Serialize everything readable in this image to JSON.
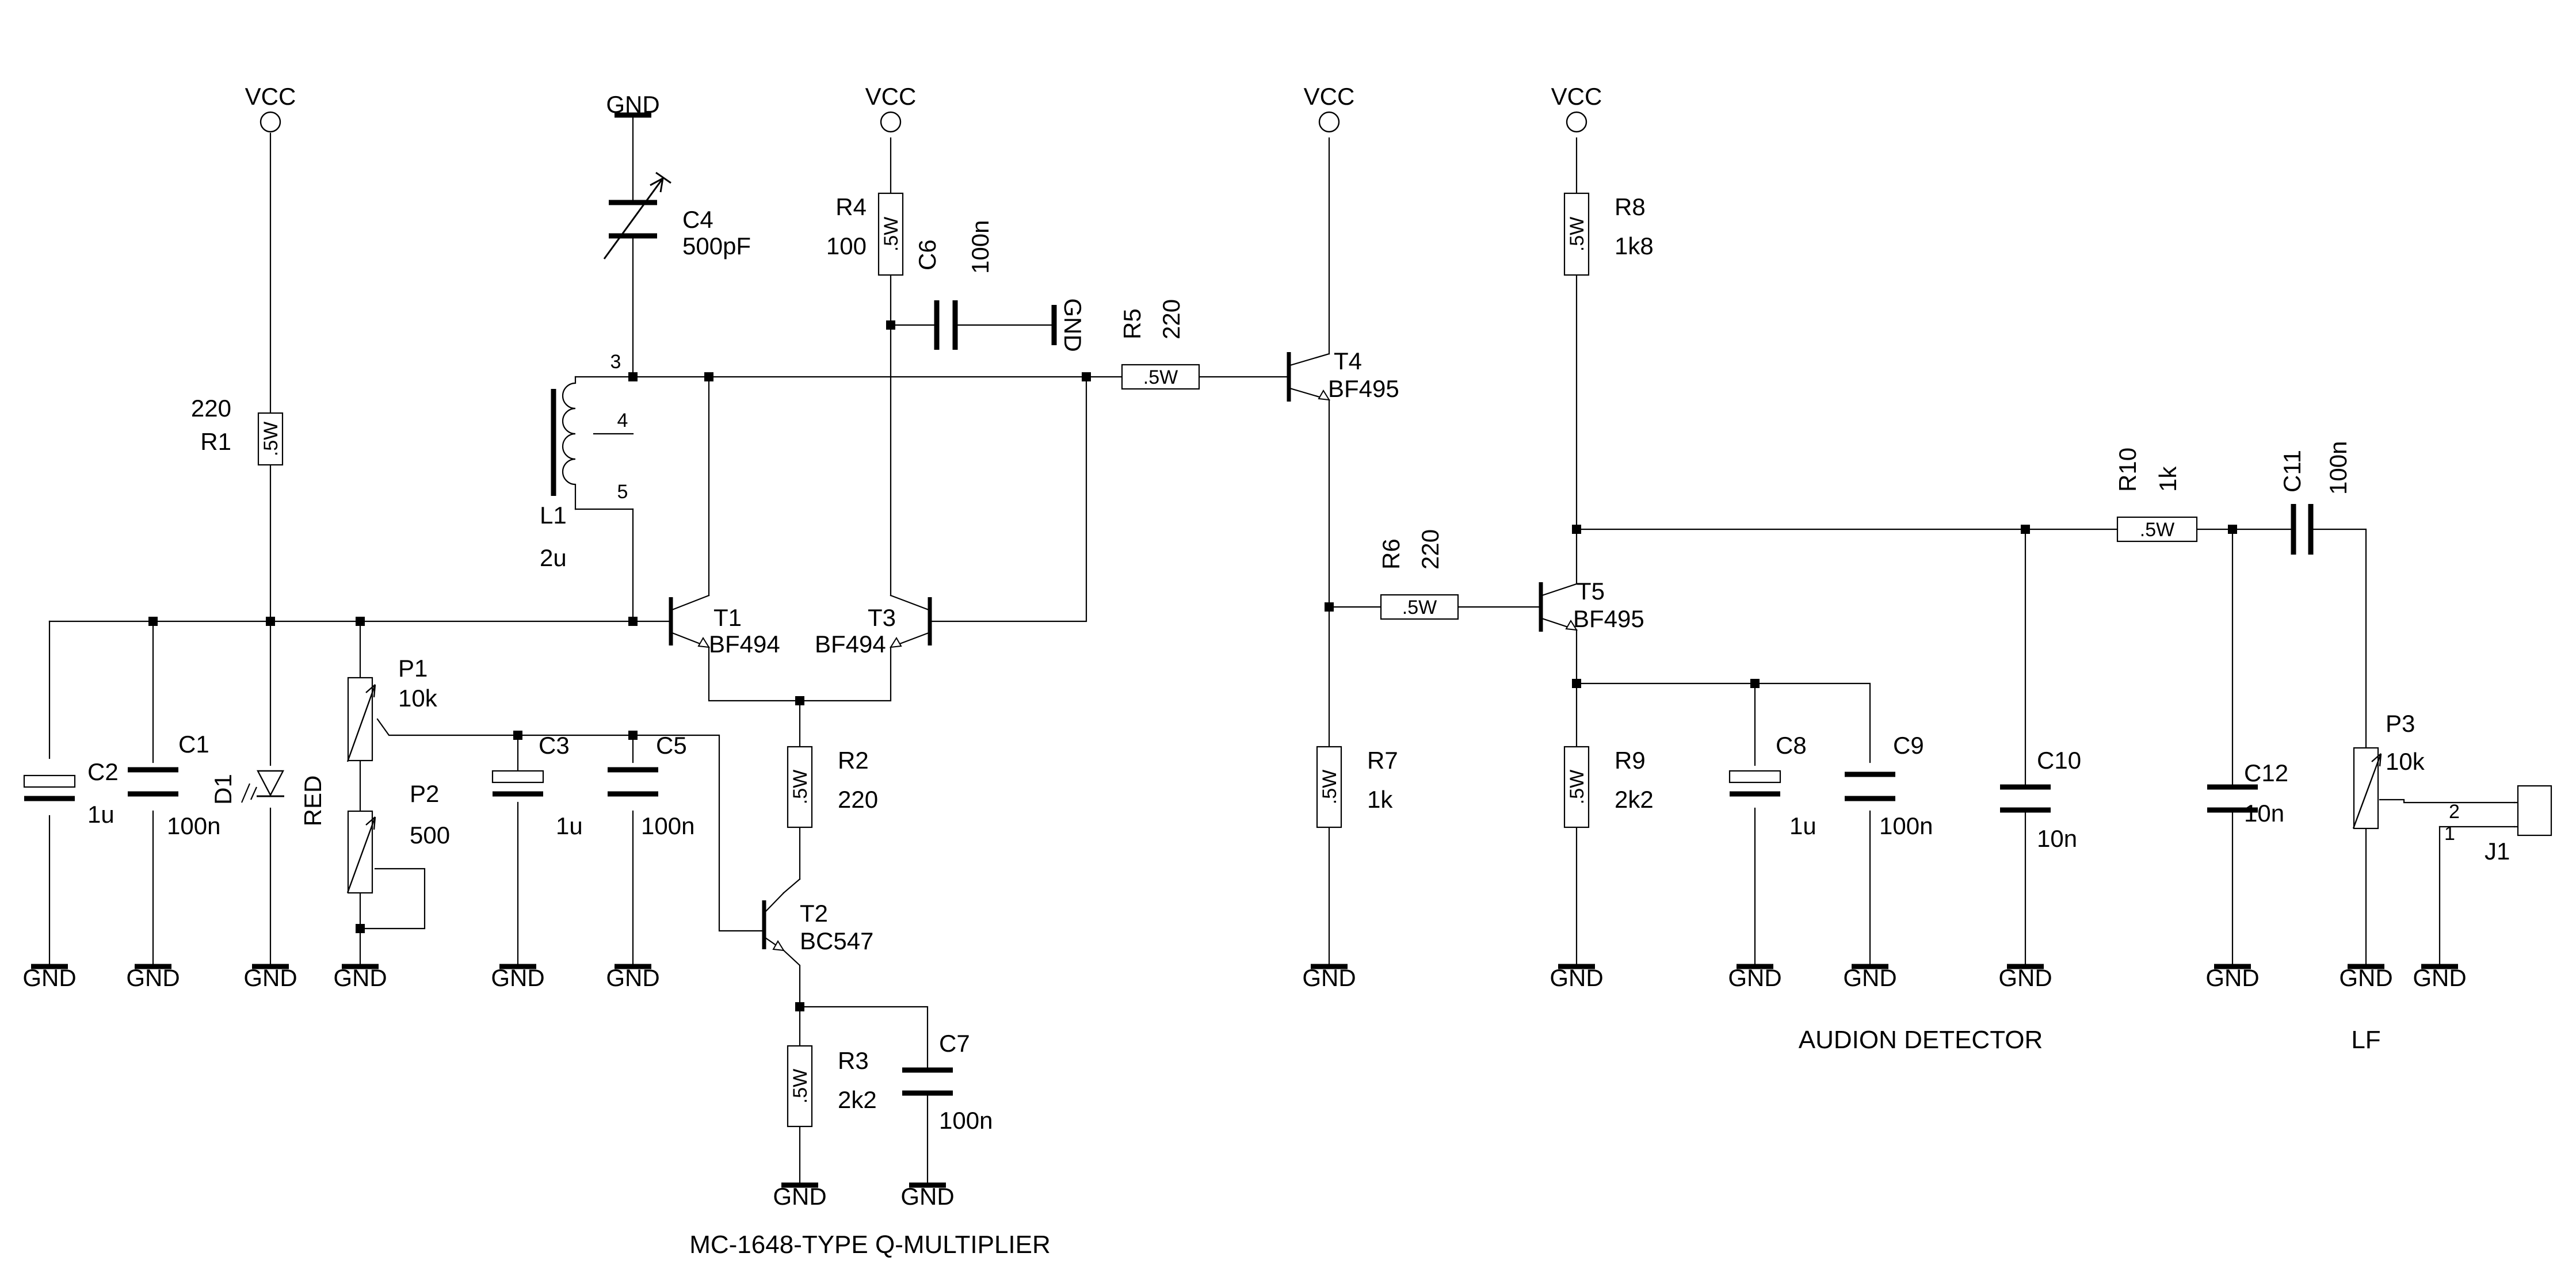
{
  "schematic": {
    "section_titles": {
      "q_multiplier": "MC-1648-TYPE Q-MULTIPLIER",
      "detector": "AUDION DETECTOR",
      "lf": "LF"
    },
    "supply": {
      "vcc": "VCC",
      "gnd": "GND"
    },
    "components": {
      "R1": {
        "ref": "R1",
        "value": "220",
        "power": ".5W"
      },
      "R2": {
        "ref": "R2",
        "value": "220",
        "power": ".5W"
      },
      "R3": {
        "ref": "R3",
        "value": "2k2",
        "power": ".5W"
      },
      "R4": {
        "ref": "R4",
        "value": "100",
        "power": ".5W"
      },
      "R5": {
        "ref": "R5",
        "value": "220",
        "power": ".5W"
      },
      "R6": {
        "ref": "R6",
        "value": "220",
        "power": ".5W"
      },
      "R7": {
        "ref": "R7",
        "value": "1k",
        "power": ".5W"
      },
      "R8": {
        "ref": "R8",
        "value": "1k8",
        "power": ".5W"
      },
      "R9": {
        "ref": "R9",
        "value": "2k2",
        "power": ".5W"
      },
      "R10": {
        "ref": "R10",
        "value": "1k",
        "power": ".5W"
      },
      "C1": {
        "ref": "C1",
        "value": "100n"
      },
      "C2": {
        "ref": "C2",
        "value": "1u"
      },
      "C3": {
        "ref": "C3",
        "value": "1u"
      },
      "C4": {
        "ref": "C4",
        "value": "500pF"
      },
      "C5": {
        "ref": "C5",
        "value": "100n"
      },
      "C6": {
        "ref": "C6",
        "value": "100n"
      },
      "C7": {
        "ref": "C7",
        "value": "100n"
      },
      "C8": {
        "ref": "C8",
        "value": "1u"
      },
      "C9": {
        "ref": "C9",
        "value": "100n"
      },
      "C10": {
        "ref": "C10",
        "value": "10n"
      },
      "C11": {
        "ref": "C11",
        "value": "100n"
      },
      "C12": {
        "ref": "C12",
        "value": "10n"
      },
      "P1": {
        "ref": "P1",
        "value": "10k"
      },
      "P2": {
        "ref": "P2",
        "value": "500"
      },
      "P3": {
        "ref": "P3",
        "value": "10k"
      },
      "D1": {
        "ref": "D1",
        "value": "RED"
      },
      "L1": {
        "ref": "L1",
        "value": "2u",
        "taps": [
          "3",
          "4",
          "5"
        ]
      },
      "T1": {
        "ref": "T1",
        "value": "BF494"
      },
      "T2": {
        "ref": "T2",
        "value": "BC547"
      },
      "T3": {
        "ref": "T3",
        "value": "BF494"
      },
      "T4": {
        "ref": "T4",
        "value": "BF495"
      },
      "T5": {
        "ref": "T5",
        "value": "BF495"
      },
      "J1": {
        "ref": "J1",
        "pins": [
          "2",
          "1"
        ]
      }
    }
  }
}
